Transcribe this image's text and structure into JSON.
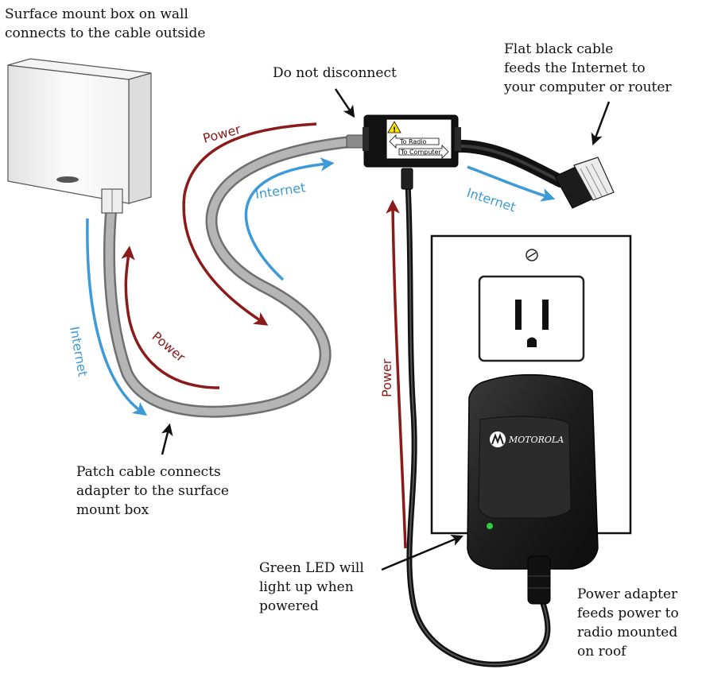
{
  "captions": {
    "surface_box": "Surface mount box on wall\nconnects to the cable outside",
    "do_not_disconnect": "Do not disconnect",
    "flat_cable": "Flat black cable\nfeeds the Internet to\nyour computer or router",
    "patch_cable": "Patch cable connects\nadapter to the surface\nmount box",
    "green_led": "Green LED will\nlight up when\npowered",
    "power_adapter": "Power adapter\nfeeds power to\nradio mounted\non roof"
  },
  "flow_labels": {
    "power": "Power",
    "internet": "Internet"
  },
  "injector": {
    "to_radio": "To Radio",
    "to_computer": "To Computer"
  },
  "adapter": {
    "brand": "MOTOROLA"
  },
  "colors": {
    "power": "#8b1a1a",
    "internet": "#3d9ad8",
    "led": "#2ecc40",
    "cable_gray": "#9a9a9a",
    "adapter_body": "#1c1c1c"
  }
}
